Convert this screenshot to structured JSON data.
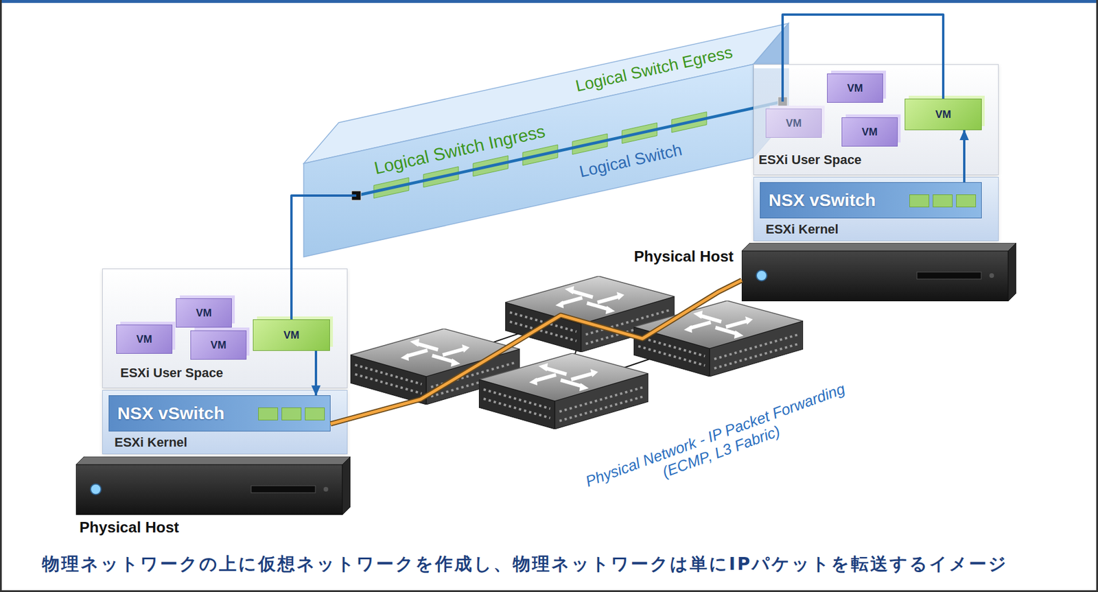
{
  "diagram": {
    "caption": "物理ネットワークの上に仮想ネットワークを作成し、物理ネットワークは単にIPパケットを転送するイメージ",
    "nodes": [
      {
        "text": [
          "Logical Switch Ingress",
          "Logical Switch Egress",
          "Logical Switch"
        ]
      },
      {
        "text": [
          "ESXi User Space"
        ]
      },
      {
        "text": [
          "VM"
        ],
        "in": 1
      },
      {
        "text": [
          "VM"
        ],
        "in": 1
      },
      {
        "text": [
          "VM"
        ],
        "in": 1
      },
      {
        "text": [
          "VM"
        ],
        "in": 1
      },
      {
        "text": [
          "ESXi Kernel"
        ]
      },
      {
        "text": [
          "NSX vSwitch"
        ],
        "in": 6
      },
      {
        "text": [
          "Physical Host"
        ]
      },
      {
        "text": [
          "ESXi User Space"
        ]
      },
      {
        "text": [
          "VM"
        ],
        "in": 9
      },
      {
        "text": [
          "VM"
        ],
        "in": 9
      },
      {
        "text": [
          "VM"
        ],
        "in": 9
      },
      {
        "text": [
          "VM"
        ],
        "in": 9
      },
      {
        "text": [
          "ESXi Kernel"
        ]
      },
      {
        "text": [
          "NSX vSwitch"
        ],
        "in": 14
      },
      {
        "text": [
          "Physical Host"
        ]
      }
    ],
    "edges": [
      {
        "from": 5,
        "to": 0,
        "arrow": "none"
      },
      {
        "from": 0,
        "to": 13,
        "arrow": "none"
      },
      {
        "from": 5,
        "to": 7,
        "arrow": "to"
      },
      {
        "from": 15,
        "to": 13,
        "arrow": "to"
      },
      {
        "from": 7,
        "to": 16,
        "arrow": "none"
      }
    ],
    "labels": [
      "Physical Network - IP Packet Forwarding (ECMP, L3 Fabric)"
    ]
  }
}
